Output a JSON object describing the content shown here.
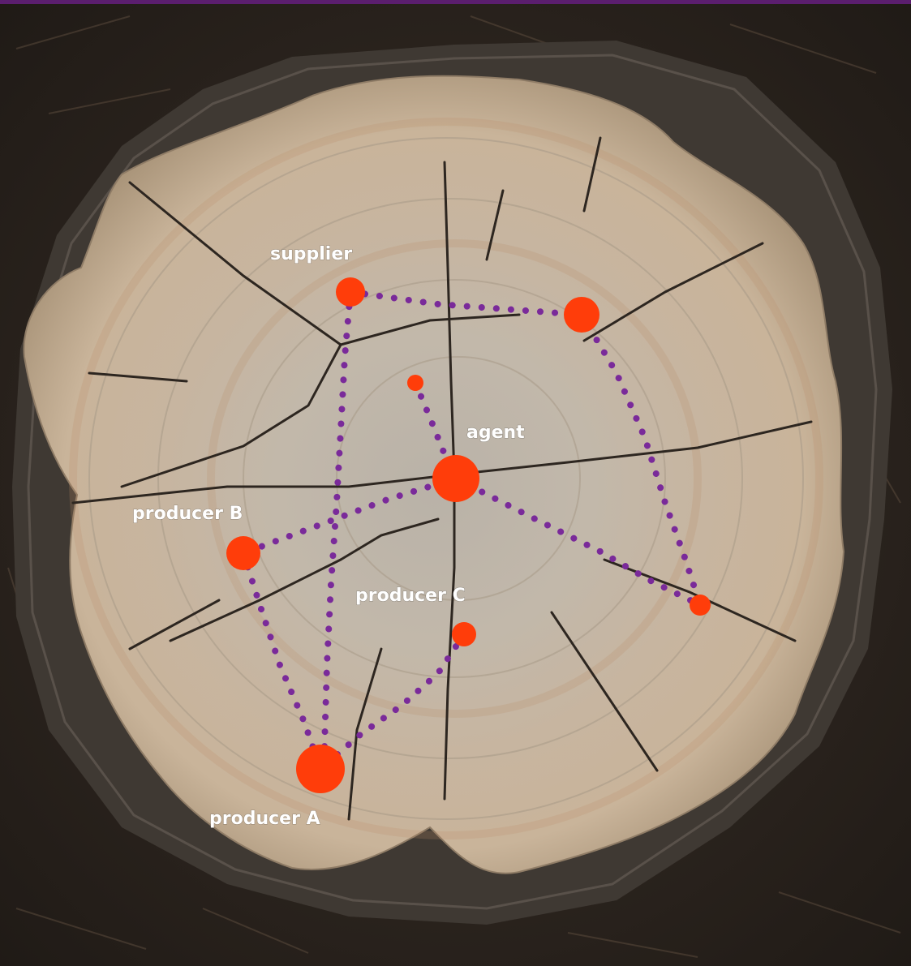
{
  "labels": {
    "supplier": "supplier",
    "agent": "agent",
    "producer_a": "producer A",
    "producer_b": "producer B",
    "producer_c": "producer C"
  },
  "colors": {
    "node": "#ff3d0a",
    "edge": "#7a2a9a",
    "label": "#ffffff",
    "top_border": "#5b1e6e"
  },
  "nodes": [
    {
      "id": "supplier",
      "size": "medium",
      "label_key": "supplier"
    },
    {
      "id": "top-right",
      "size": "medium"
    },
    {
      "id": "inner-small",
      "size": "small"
    },
    {
      "id": "agent",
      "size": "large",
      "label_key": "agent"
    },
    {
      "id": "producer-b",
      "size": "medium",
      "label_key": "producer_b"
    },
    {
      "id": "producer-c",
      "size": "small",
      "label_key": "producer_c"
    },
    {
      "id": "right-small",
      "size": "small"
    },
    {
      "id": "producer-a",
      "size": "large",
      "label_key": "producer_a"
    }
  ],
  "edges": [
    [
      "supplier",
      "top-right"
    ],
    [
      "supplier",
      "producer-a"
    ],
    [
      "top-right",
      "right-small"
    ],
    [
      "inner-small",
      "agent"
    ],
    [
      "agent",
      "producer-b"
    ],
    [
      "agent",
      "right-small"
    ],
    [
      "producer-b",
      "producer-a"
    ],
    [
      "producer-c",
      "producer-a"
    ]
  ]
}
